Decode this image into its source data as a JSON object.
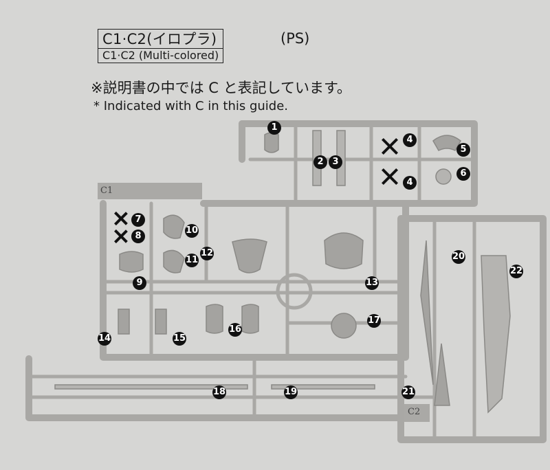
{
  "header": {
    "title": "C1·C2(イロプラ)",
    "subtitle": "C1·C2 (Multi-colored)",
    "material": "(PS)"
  },
  "notes": {
    "jp": "※説明書の中では C と表記しています。",
    "en": "* Indicated with C in this guide."
  },
  "runners": {
    "c1_label": "C1",
    "c2_label": "C2"
  },
  "parts": [
    {
      "n": "1"
    },
    {
      "n": "2"
    },
    {
      "n": "3"
    },
    {
      "n": "4"
    },
    {
      "n": "4"
    },
    {
      "n": "5"
    },
    {
      "n": "6"
    },
    {
      "n": "7"
    },
    {
      "n": "8"
    },
    {
      "n": "9"
    },
    {
      "n": "10"
    },
    {
      "n": "11"
    },
    {
      "n": "12"
    },
    {
      "n": "13"
    },
    {
      "n": "14"
    },
    {
      "n": "15"
    },
    {
      "n": "16"
    },
    {
      "n": "17"
    },
    {
      "n": "18"
    },
    {
      "n": "19"
    },
    {
      "n": "20"
    },
    {
      "n": "21"
    },
    {
      "n": "22"
    }
  ],
  "unused_marks": [
    "4",
    "4",
    "7",
    "8"
  ]
}
